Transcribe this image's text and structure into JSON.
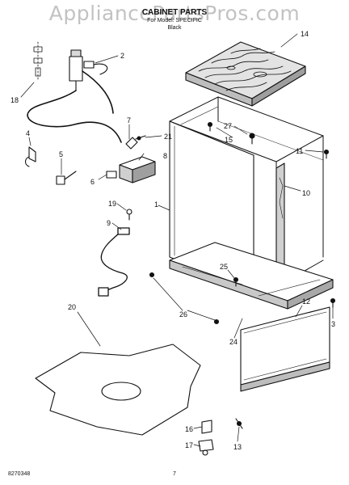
{
  "header": {
    "watermark": "AppliancePartsPros.com",
    "title": "CABINET PARTS",
    "subtitle": "For Model: SPECIFIC",
    "color": "Black"
  },
  "footer": {
    "doc_number": "8270348",
    "page_number": "7"
  },
  "callouts": [
    "14",
    "2",
    "18",
    "7",
    "21",
    "27",
    "15",
    "8",
    "11",
    "4",
    "5",
    "6",
    "10",
    "19",
    "1",
    "9",
    "25",
    "20",
    "26",
    "12",
    "3",
    "24",
    "16",
    "17",
    "13"
  ],
  "colors": {
    "line": "#111111",
    "fill": "#ffffff",
    "shade": "#bdbdbd",
    "wood": "#dcdcdc"
  }
}
